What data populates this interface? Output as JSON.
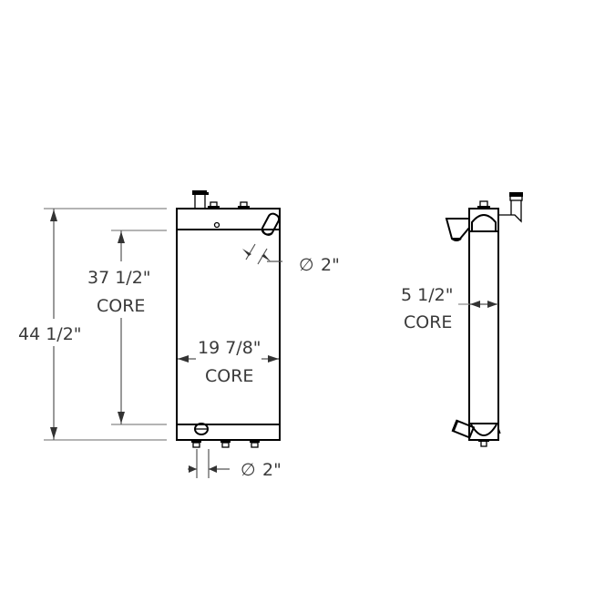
{
  "diagram": {
    "type": "radiator-dimension-drawing",
    "front_view": {
      "overall_height": {
        "value": "44 1/2\""
      },
      "core_height": {
        "value": "37 1/2\"",
        "label": "CORE"
      },
      "core_width": {
        "value": "19 7/8\"",
        "label": "CORE"
      },
      "top_port": {
        "value": "2\"",
        "symbol": "∅"
      },
      "bottom_port": {
        "value": "2\"",
        "symbol": "∅"
      }
    },
    "side_view": {
      "core_depth": {
        "value": "5 1/2\"",
        "label": "CORE"
      }
    }
  }
}
